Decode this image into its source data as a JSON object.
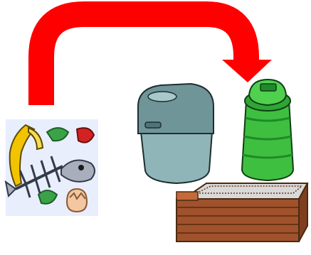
{
  "diagram": {
    "type": "process-illustration",
    "items": [
      {
        "id": "food-waste",
        "icon": "food-scraps-icon"
      },
      {
        "id": "kitchen-caddy",
        "icon": "compost-caddy-icon"
      },
      {
        "id": "compost-bin",
        "icon": "compost-bin-icon"
      },
      {
        "id": "wooden-compost-box",
        "icon": "wooden-compost-box-icon"
      }
    ],
    "arrow": {
      "from": "food-waste",
      "to": "compost-bin",
      "icon": "curved-arrow-icon"
    },
    "colors": {
      "arrow": "#ff0000",
      "caddy": "#8fb5b8",
      "caddy_lid": "#6f9598",
      "bin": "#3fbf3f",
      "bin_dark": "#1f8a2a",
      "wood": "#a0522d",
      "wood_dark": "#6b3414"
    }
  }
}
